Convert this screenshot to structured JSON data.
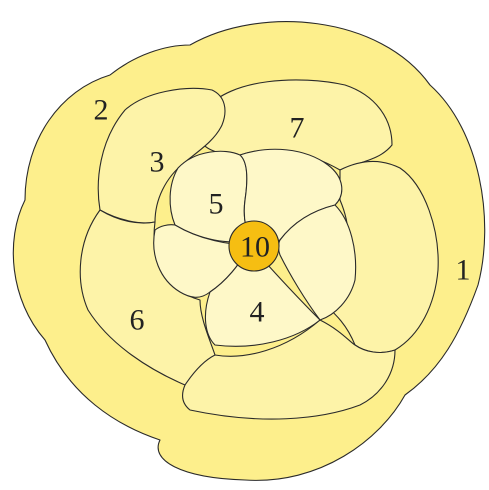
{
  "colors": {
    "outer_ring": "#fdef8c",
    "middle_ring": "#fdf3a8",
    "inner_ring": "#fef8c8",
    "center": "#f6be12",
    "outline": "#2a2a2a"
  },
  "labels": {
    "p1": "1",
    "p2": "2",
    "p3": "3",
    "p4": "4",
    "p5": "5",
    "p6": "6",
    "p7": "7",
    "center": "10"
  }
}
